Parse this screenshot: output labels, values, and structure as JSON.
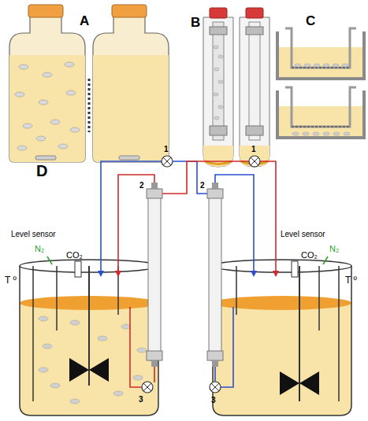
{
  "diagram": {
    "labels": [
      "A",
      "B",
      "C",
      "D",
      "Level sensor",
      "N₂",
      "CO₂",
      "T º",
      "1",
      "2",
      "3",
      "1",
      "2",
      "3",
      "Level sensor",
      "CO₂",
      "N₂",
      "T º"
    ]
  }
}
